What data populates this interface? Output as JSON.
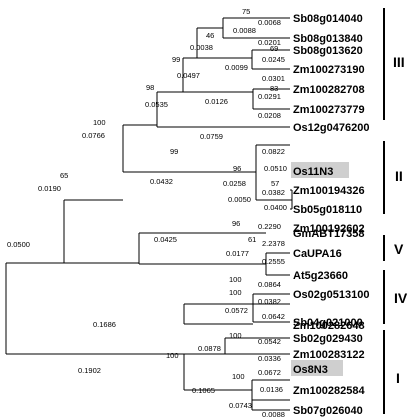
{
  "taxa": [
    {
      "label": "Sb08g014040",
      "highlight": false
    },
    {
      "label": "Sb08g013840",
      "highlight": false
    },
    {
      "label": "Sb08g013620",
      "highlight": false
    },
    {
      "label": "Zm100273190",
      "highlight": false
    },
    {
      "label": "Zm100282708",
      "highlight": false
    },
    {
      "label": "Zm100273779",
      "highlight": false
    },
    {
      "label": "Os12g0476200",
      "highlight": false
    },
    {
      "label": "Os11N3",
      "highlight": true
    },
    {
      "label": "Zm100194326",
      "highlight": false
    },
    {
      "label": "Sb05g018110",
      "highlight": false
    },
    {
      "label": "Zm100192602",
      "highlight": false
    },
    {
      "label": "GmABT17358",
      "highlight": false
    },
    {
      "label": "CaUPA16",
      "highlight": false
    },
    {
      "label": "At5g23660",
      "highlight": false
    },
    {
      "label": "Os02g0513100",
      "highlight": false
    },
    {
      "label": "Sb04g021000",
      "highlight": false
    },
    {
      "label": "Zm100282648",
      "highlight": false
    },
    {
      "label": "Sb02g029430",
      "highlight": false
    },
    {
      "label": "Zm100283122",
      "highlight": false
    },
    {
      "label": "Os8N3",
      "highlight": true
    },
    {
      "label": "Zm100282584",
      "highlight": false
    },
    {
      "label": "Sb07g026040",
      "highlight": false
    }
  ],
  "bootstrap": [
    "75",
    "0.0088",
    "46",
    "0.0068",
    "0.0201",
    "69",
    "0.0245",
    "0.0099",
    "0.0301",
    "99",
    "0.0038",
    "0.0497",
    "83",
    "0.0291",
    "0.0126",
    "0.0208",
    "98",
    "0.0535",
    "100",
    "0.0766",
    "0.0759",
    "65",
    "0.0190",
    "99",
    "0.0432",
    "0.0822",
    "96",
    "0.0510",
    "57",
    "0.0382",
    "0.0258",
    "0.0050",
    "0.0400",
    "0.0500",
    "96",
    "0.2290",
    "61",
    "2.2378",
    "0.0425",
    "0.0177",
    "0.2555",
    "100",
    "0.0864",
    "100",
    "0.0382",
    "0.1686",
    "0.0572",
    "0.0642",
    "100",
    "0.0542",
    "0.0878",
    "0.0336",
    "100",
    "0.0672",
    "100",
    "0.0136",
    "0.1902",
    "0.1065",
    "0.0743",
    "0.0088"
  ],
  "clades": [
    "III",
    "II",
    "V",
    "IV",
    "I"
  ]
}
